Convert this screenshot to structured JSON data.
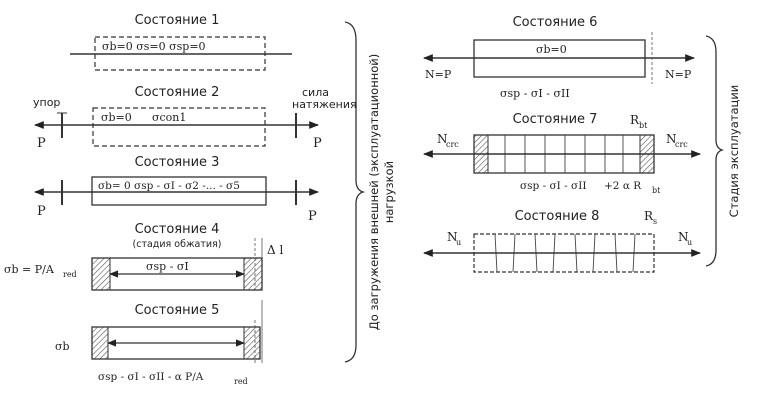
{
  "left": {
    "s1": {
      "title": "Состояние 1",
      "eq": "σb=0   σs=0   σsp=0"
    },
    "s2": {
      "title": "Состояние 2",
      "eq1": "σb=0",
      "eq2": "σcon1",
      "upor": "упор",
      "sila1": "сила",
      "sila2": "натяжения",
      "pL": "P",
      "pR": "P"
    },
    "s3": {
      "title": "Состояние 3",
      "eq": "σb= 0   σsp - σI - σ2 -... - σ5",
      "pL": "P",
      "pR": "P"
    },
    "s4": {
      "title": "Состояние 4",
      "sub": "(стадия обжатия)",
      "eq": "σsp - σI",
      "left": "σb = P/A",
      "left_sub": "red",
      "dl": "Δ l"
    },
    "s5": {
      "title": "Состояние 5",
      "left": "σb",
      "bottom": "σsp - σI - σII - α P/A",
      "bottom_sub": "red"
    },
    "bracket_label_1": "До загружения внешней (эксплуатационной)",
    "bracket_label_2": "нагрузкой"
  },
  "right": {
    "s6": {
      "title": "Состояние 6",
      "eq": "σb=0",
      "nl": "N=P",
      "nr": "N=P",
      "bottom": "σsp - σI - σII"
    },
    "s7": {
      "title": "Состояние 7",
      "rbt": "R",
      "rbt_sub": "bt",
      "nl": "N",
      "nl_sub": "crc",
      "nr": "N",
      "nr_sub": "crc",
      "bottom": "σsp - σI - σII",
      "bottom2": "+2 α R",
      "bottom2_sub": "bt"
    },
    "s8": {
      "title": "Состояние 8",
      "rs": "R",
      "rs_sub": "s",
      "nl": "N",
      "nl_sub": "u",
      "nr": "N",
      "nr_sub": "u"
    },
    "bracket_label": "Стадия эксплуатации"
  }
}
